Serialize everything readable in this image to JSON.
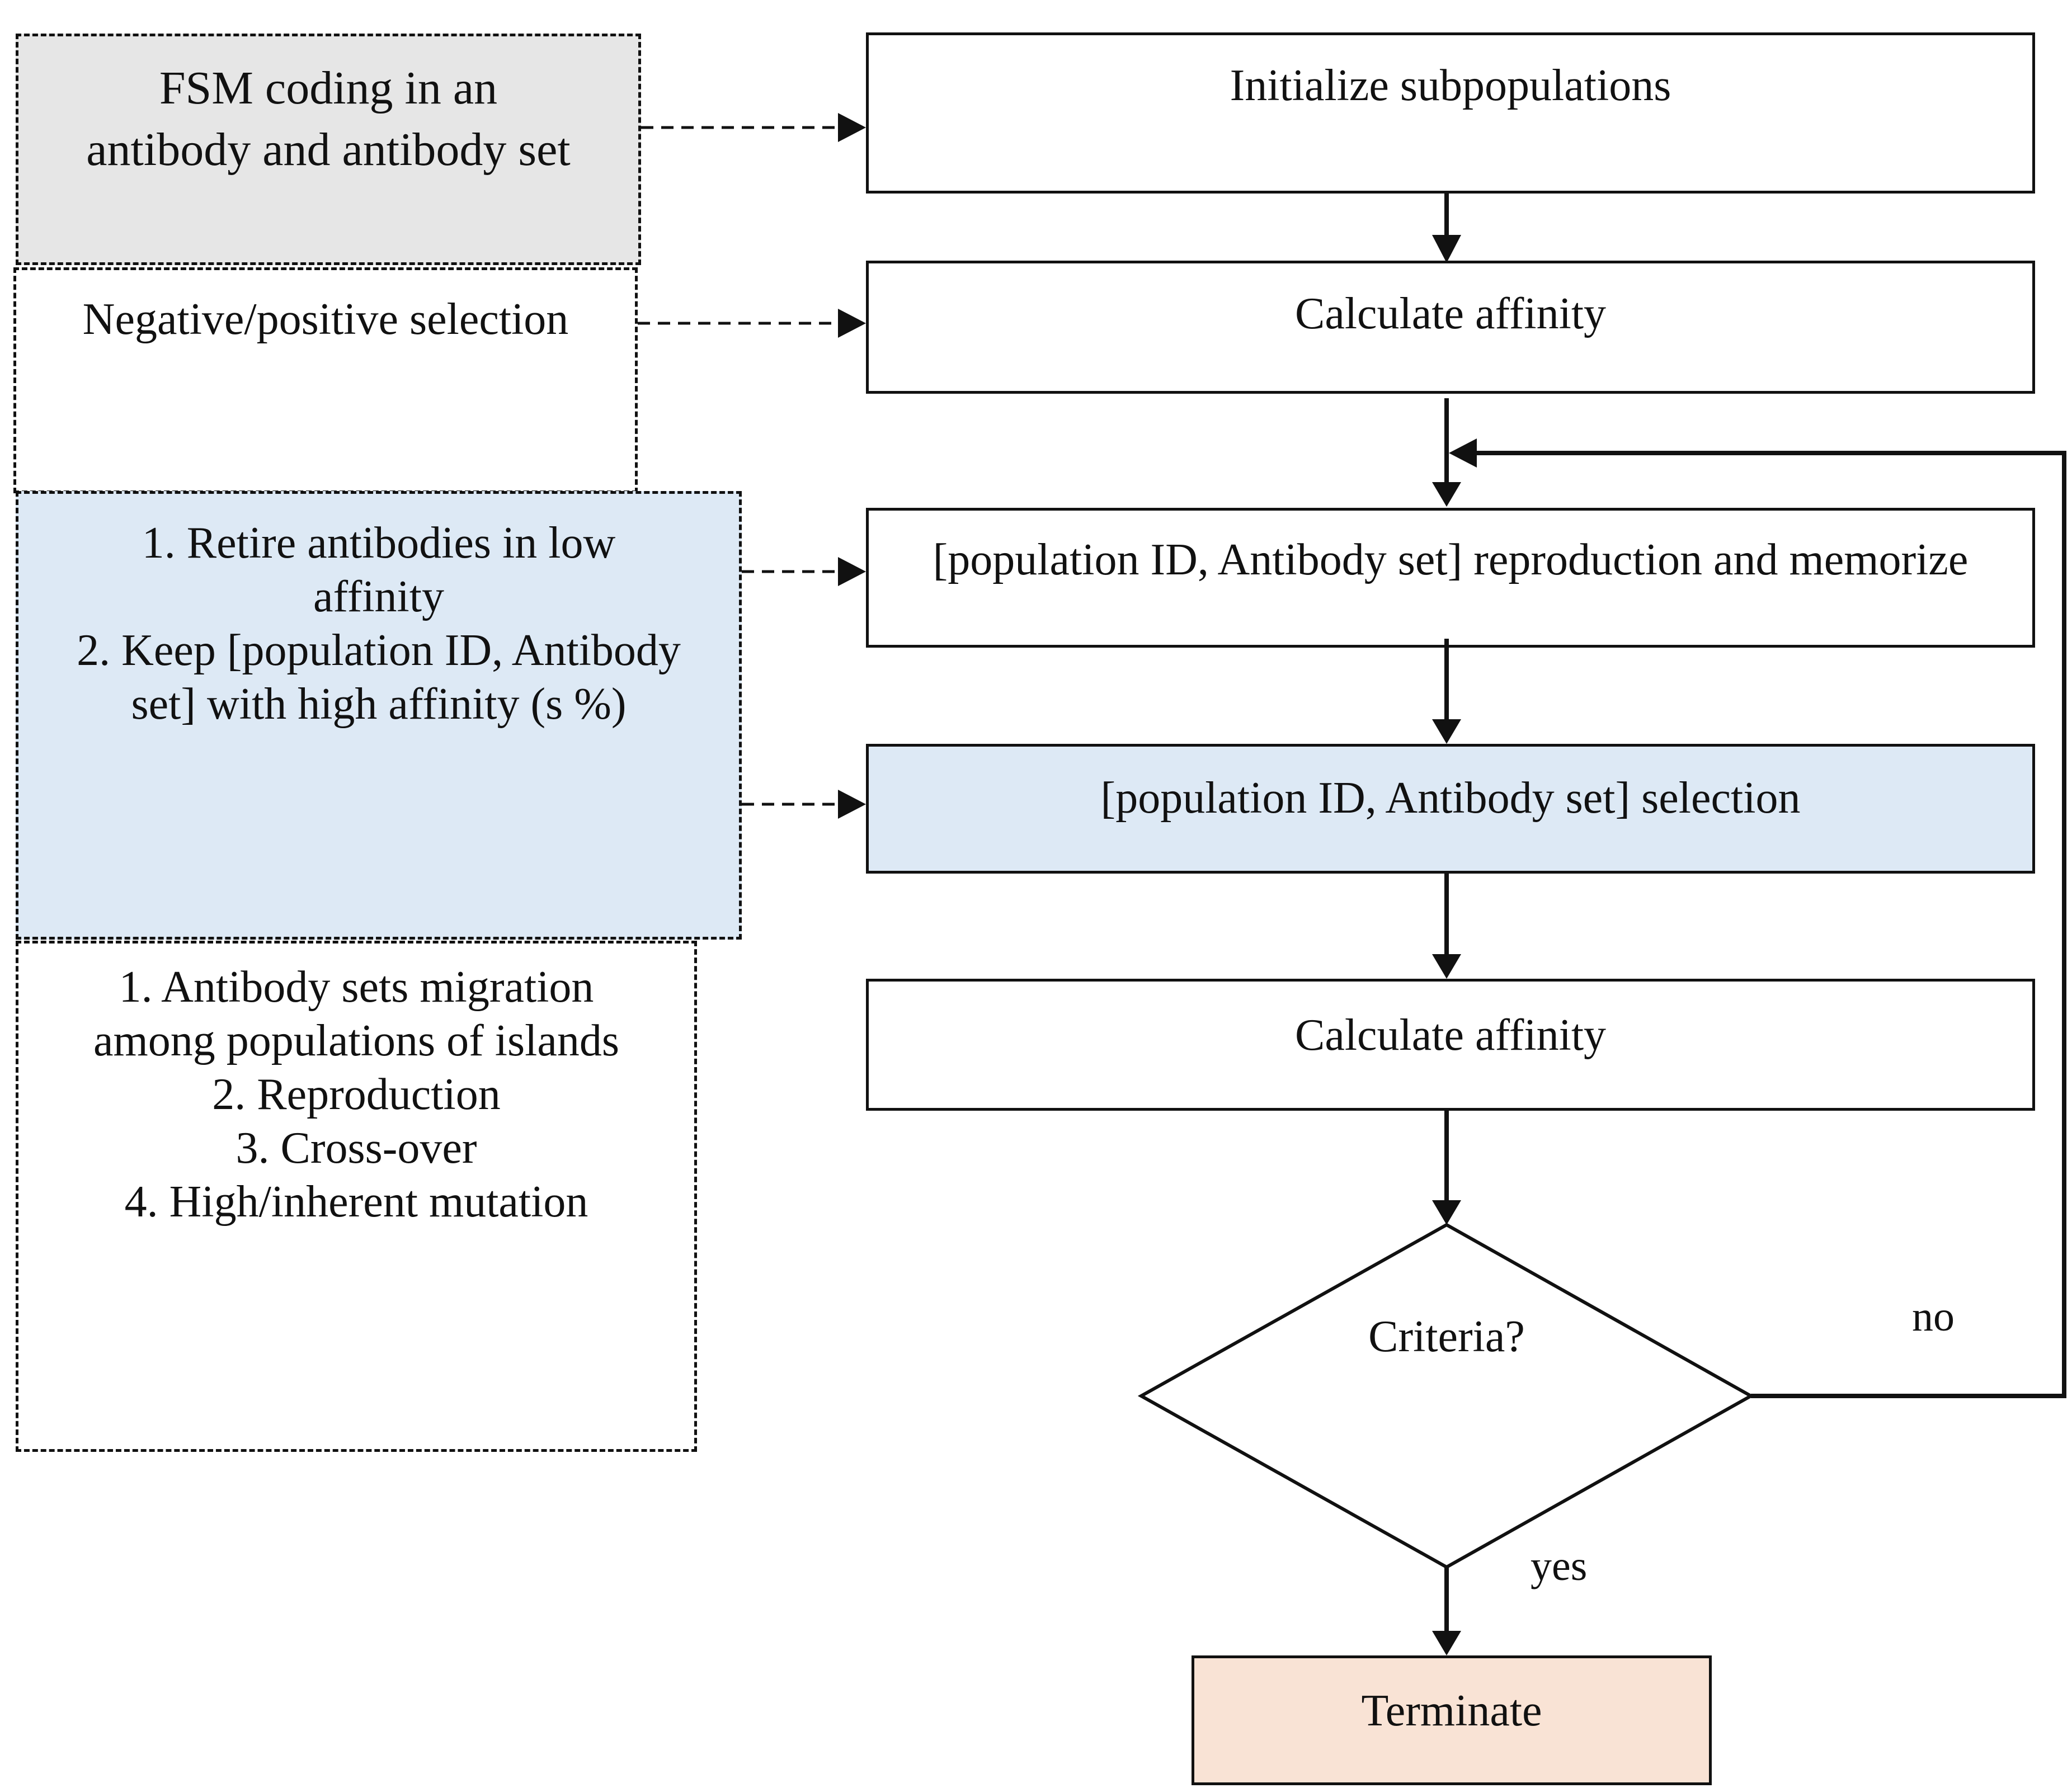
{
  "colors": {
    "stroke": "#111111",
    "grey_fill": "#e6e6e6",
    "blue_fill": "#dde9f5",
    "terminate_fill": "#f9e3d5",
    "white": "#ffffff"
  },
  "left_panels": {
    "fsm_coding": [
      "FSM coding in an",
      "antibody and antibody set"
    ],
    "negative_positive": "Negative/positive selection",
    "retire_keep": [
      "1. Retire antibodies in low",
      "affinity",
      "2. Keep [population ID, Antibody",
      "set] with high affinity (s %)"
    ],
    "migration": [
      "1. Antibody sets migration",
      "among populations of islands",
      "2. Reproduction",
      "3. Cross-over",
      "4. High/inherent mutation"
    ]
  },
  "flow": {
    "initialize": "Initialize subpopulations",
    "calc_affinity_1": "Calculate affinity",
    "reproduction": "[population ID, Antibody set] reproduction and memorize",
    "selection": "[population ID, Antibody set] selection",
    "calc_affinity_2": "Calculate affinity",
    "criteria": "Criteria?",
    "no_label": "no",
    "yes_label": "yes",
    "terminate": "Terminate"
  }
}
